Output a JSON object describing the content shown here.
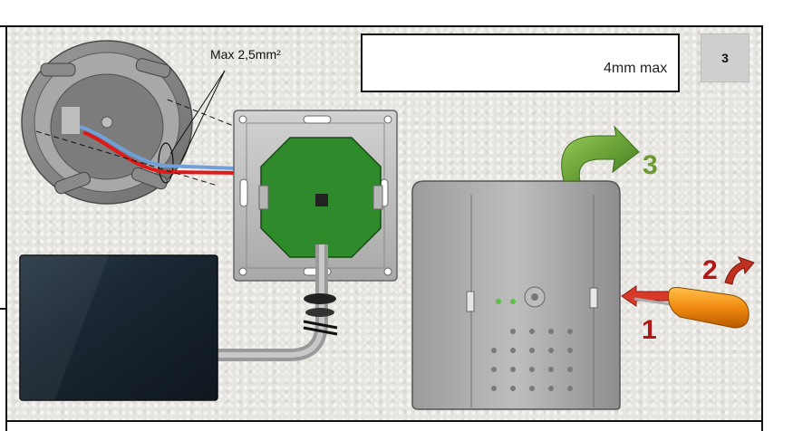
{
  "labels": {
    "step_number": "3",
    "tool_spec": "4mm max",
    "wire_spec": "Max 2,5mm²",
    "step_1": "1",
    "step_2": "2",
    "step_3": "3"
  },
  "colors": {
    "num_red": "#b01818",
    "num_green": "#6d9a32",
    "pcb_green": "#2e8a2b",
    "wire_red": "#e01818",
    "wire_blue": "#6fa0d8",
    "screwdriver_orange": "#f08a10"
  },
  "icons": {
    "tool": "screwdriver-icon",
    "arrow_open": "curved-arrow-icon",
    "arrow_push": "push-arrow-icon"
  }
}
